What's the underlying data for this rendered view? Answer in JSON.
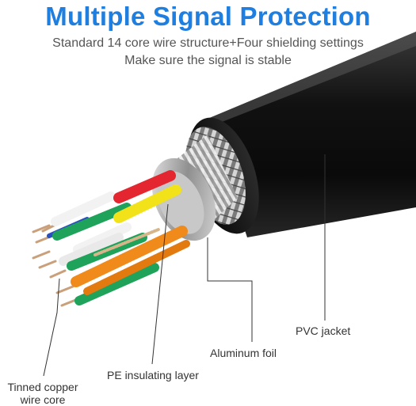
{
  "header": {
    "title": "Multiple Signal Protection",
    "subtitle_line1": "Standard 14 core wire structure+Four shielding settings",
    "subtitle_line2": "Make sure the signal is stable"
  },
  "labels": {
    "pvc_jacket": "PVC jacket",
    "aluminum_foil": "Aluminum foil",
    "pe_insulating_layer": "PE insulating layer",
    "tinned_copper_line1": "Tinned copper",
    "tinned_copper_line2": "wire core"
  },
  "colors": {
    "title": "#1f7fe0",
    "jacket": "#1a1a1a",
    "wire_red": "#e3262f",
    "wire_yellow": "#f2e21a",
    "wire_green": "#1fa25a",
    "wire_orange": "#f08a1a",
    "wire_white": "#f2f2f2",
    "wire_blue": "#2a4fc0",
    "copper": "#c9a07a"
  }
}
